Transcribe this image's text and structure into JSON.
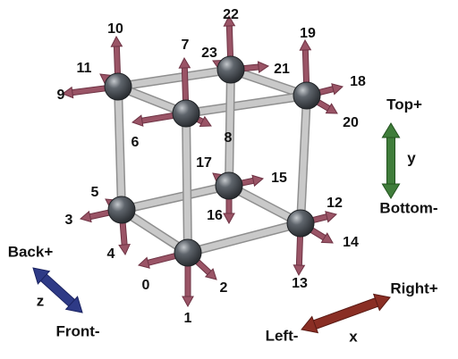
{
  "colors": {
    "edge": "#c9c9c9",
    "edge_dark": "#8f8f8f",
    "node": "#4a4f56",
    "arrow": "#9a5466",
    "arrow_dark": "#6e3344",
    "axis_y": "#3f7d3a",
    "axis_z": "#2e3a86",
    "axis_x": "#8a2e24",
    "text": "#111111"
  },
  "vector_labels": [
    "0",
    "1",
    "2",
    "3",
    "4",
    "5",
    "6",
    "7",
    "8",
    "9",
    "10",
    "11",
    "12",
    "13",
    "14",
    "15",
    "16",
    "17",
    "18",
    "19",
    "20",
    "21",
    "22",
    "23"
  ],
  "axes": {
    "y": {
      "name": "y",
      "positive": "Top+",
      "negative": "Bottom-"
    },
    "z": {
      "name": "z",
      "positive": "Back+",
      "negative": "Front-"
    },
    "x": {
      "name": "x",
      "positive": "Right+",
      "negative": "Left-"
    }
  }
}
